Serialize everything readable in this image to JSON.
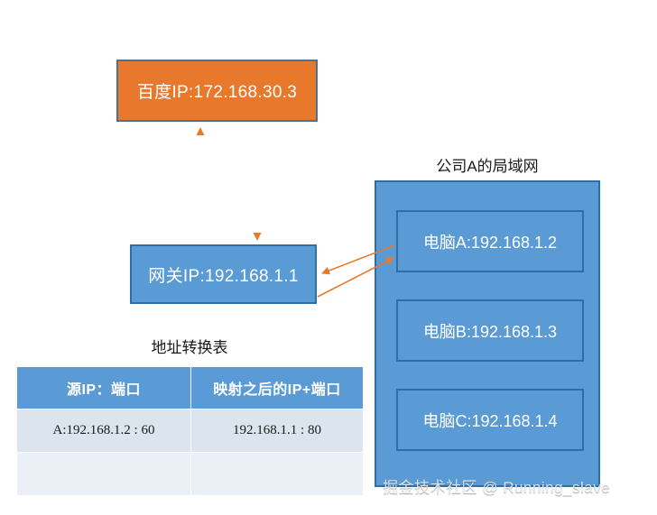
{
  "diagram": {
    "title_lan": "公司A的局域网",
    "internet_host": {
      "label": "百度IP:172.168.30.3",
      "fill": "#E8782C",
      "border": "#4A7298"
    },
    "gateway": {
      "label": "网关IP:192.168.1.1",
      "fill": "#5B9BD5",
      "border": "#2E6FA8"
    },
    "computers": [
      {
        "label": "电脑A:192.168.1.2"
      },
      {
        "label": "电脑B:192.168.1.3"
      },
      {
        "label": "电脑C:192.168.1.4"
      }
    ],
    "arrow_color": "#E8782C"
  },
  "nat_table": {
    "title": "地址转换表",
    "headers": [
      "源IP：端口",
      "映射之后的IP+端口"
    ],
    "rows": [
      [
        "A:192.168.1.2 : 60",
        "192.168.1.1 : 80"
      ],
      [
        "",
        ""
      ]
    ],
    "header_fill": "#5B9BD5",
    "row_fill": "#DCE4EE"
  },
  "watermark": {
    "text": "掘金技术社区 @ Running_slave"
  }
}
